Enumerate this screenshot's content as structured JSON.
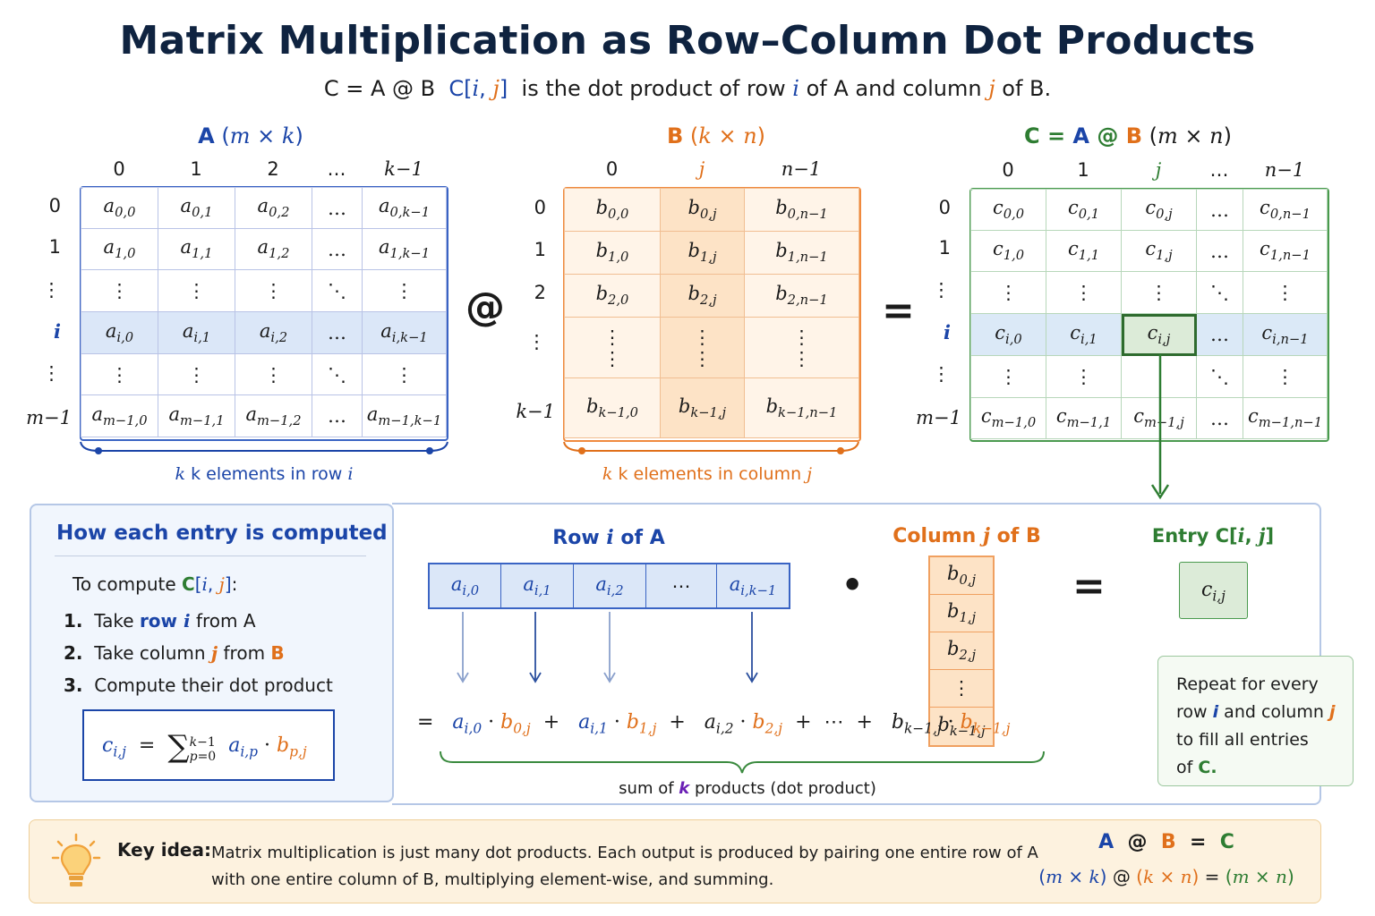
{
  "title": "Matrix Multiplication as Row–Column Dot Products",
  "subtitle": {
    "lead": "C = A @ B",
    "c_label": "C[i, j]",
    "text1": "is the dot product of row",
    "i": "i",
    "text2": "of A and column",
    "j": "j",
    "text3": "of B."
  },
  "matrix_A": {
    "name": "A",
    "dims": "(m × k)",
    "col_headers": [
      "0",
      "1",
      "2",
      "…",
      "k−1"
    ],
    "row_headers": [
      "0",
      "1",
      "⋮",
      "i",
      "⋮",
      "m−1"
    ],
    "brace_label_text": "k elements in row",
    "brace_label_var": "i"
  },
  "matrix_B": {
    "name": "B",
    "dims": "(k × n)",
    "col_headers": [
      "0",
      "j",
      "n−1"
    ],
    "row_headers": [
      "0",
      "1",
      "2",
      "⋮",
      "k−1"
    ],
    "brace_label_text": "k elements in column",
    "brace_label_var": "j"
  },
  "matrix_C": {
    "name": "C = A @ B",
    "dims": "(m × n)",
    "col_headers": [
      "0",
      "1",
      "j",
      "…",
      "n−1"
    ],
    "row_headers": [
      "0",
      "1",
      "⋮",
      "i",
      "⋮",
      "m−1"
    ]
  },
  "operators": {
    "matmul": "@",
    "equals": "="
  },
  "how_panel": {
    "heading": "How each entry is computed",
    "intro": "To compute",
    "intro_target": "C[i, j]:",
    "steps": [
      {
        "num": "1.",
        "pre": "Take",
        "hl": "row i",
        "post": "from A"
      },
      {
        "num": "2.",
        "pre": "Take column",
        "hl": "j",
        "post": "from B"
      },
      {
        "num": "3.",
        "pre": "Compute their dot product",
        "hl": "",
        "post": ""
      }
    ]
  },
  "dot_section": {
    "row_title": "Row i of A",
    "col_title": "Column j of B",
    "entry_title": "Entry C[i, j]",
    "dot": "•",
    "equals": "=",
    "sum_caption_pre": "sum of",
    "sum_caption_var": "k",
    "sum_caption_post": "products (dot product)"
  },
  "repeat_note": {
    "line1": "Repeat for every",
    "line2a": "row",
    "line2b": "and column",
    "line3": "to fill all entries",
    "line4a": "of",
    "line4b": "C."
  },
  "key_idea": {
    "label": "Key idea:",
    "line1": "Matrix multiplication is just many dot products. Each output is produced by pairing one entire row of A",
    "line2": "with one entire column of B, multiplying element-wise, and summing.",
    "eq_top": [
      "A",
      "@",
      "B",
      "=",
      "C"
    ],
    "eq_bottom": [
      "(m × k)",
      "@",
      "(k × n)",
      "=",
      "(m × n)"
    ]
  },
  "colors": {
    "A": "#1b45a8",
    "B": "#e0701b",
    "C": "#2e7d32",
    "sum_k": "#6a1fb5",
    "title": "#0f2340"
  },
  "icons": [
    "lightbulb-icon",
    "down-arrow-icon"
  ]
}
